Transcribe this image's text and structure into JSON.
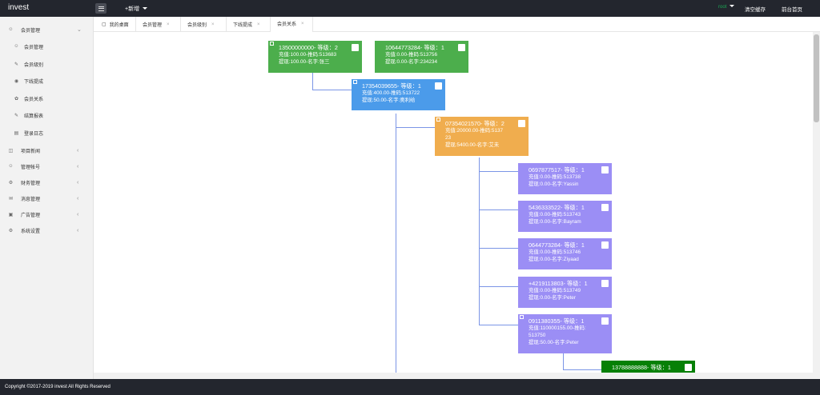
{
  "app": {
    "logo": "invest",
    "new_menu": "+新增",
    "user": "root",
    "clear_cache": "清空缓存",
    "front_page": "前台首页"
  },
  "sidebar": {
    "member_group": "会员管理",
    "items": [
      {
        "label": "会员管理",
        "icon": "user-icon"
      },
      {
        "label": "会员级别",
        "icon": "edit-icon"
      },
      {
        "label": "下线提成",
        "icon": "camera-icon"
      },
      {
        "label": "会员关系",
        "icon": "leaf-icon"
      },
      {
        "label": "结算报表",
        "icon": "edit-icon"
      },
      {
        "label": "登录日志",
        "icon": "file-icon"
      }
    ],
    "groups": [
      {
        "label": "项目新闻",
        "icon": "book-icon"
      },
      {
        "label": "管理帐号",
        "icon": "user-icon"
      },
      {
        "label": "财务管理",
        "icon": "settings-icon"
      },
      {
        "label": "消息管理",
        "icon": "chat-icon"
      },
      {
        "label": "广告管理",
        "icon": "image-icon"
      },
      {
        "label": "系统设置",
        "icon": "gear-icon"
      }
    ]
  },
  "tabs": [
    {
      "label": "我的桌面",
      "closable": false
    },
    {
      "label": "会员管理",
      "closable": true
    },
    {
      "label": "会员级别",
      "closable": true
    },
    {
      "label": "下线提成",
      "closable": true
    },
    {
      "label": "会员关系",
      "closable": true,
      "active": true
    }
  ],
  "tree": [
    {
      "l1": "13500000000- 等级：2",
      "l2": "充值:100.00-推码:513683",
      "l3": "提现:100.00-名字:张三",
      "color": "#4cae4c",
      "expandable": true
    },
    {
      "l1": "10644773284- 等级：1",
      "l2": "充值:0.00-推码:513756",
      "l3": "提现:0.00-名字:234234",
      "color": "#4cae4c"
    },
    {
      "l1": "17354039655- 等级：1",
      "l2": "充值:400.00-推码:513722",
      "l3": "提现:50.00-名字:奥利给",
      "color": "#4b9bea",
      "expandable": true
    },
    {
      "l1": "07354021570- 等级：2",
      "l2": "充值:20000.00-推码:5137",
      "l2b": "23",
      "l3": "提现:5400.00-名字:艾未",
      "color": "#f0ad4e",
      "expandable": true
    },
    {
      "l1": "0697877517- 等级：1",
      "l2": "充值:0.00-推码:513738",
      "l3": "提现:0.00-名字:Yassin",
      "color": "#9b8ef5"
    },
    {
      "l1": "5436333522- 等级：1",
      "l2": "充值:0.00-推码:513743",
      "l3": "提现:0.00-名字:Bayram",
      "color": "#9b8ef5"
    },
    {
      "l1": "0644773284- 等级：1",
      "l2": "充值:0.00-推码:513746",
      "l3": "提现:0.00-名字:Ziyaad",
      "color": "#9b8ef5"
    },
    {
      "l1": "+4219113803- 等级：1",
      "l2": "充值:0.00-推码:513749",
      "l3": "提现:0.00-名字:Peter",
      "color": "#9b8ef5"
    },
    {
      "l1": "0911380355- 等级：1",
      "l2": "充值:110000155.00-推码:",
      "l2b": "513750",
      "l3": "提现:50.00-名字:Peter",
      "color": "#9b8ef5",
      "expandable": true
    },
    {
      "l1": "13788888888- 等级：1",
      "color": "#068006"
    }
  ],
  "footer": "Copyright ©2017-2019 invest All Rights Reserved"
}
